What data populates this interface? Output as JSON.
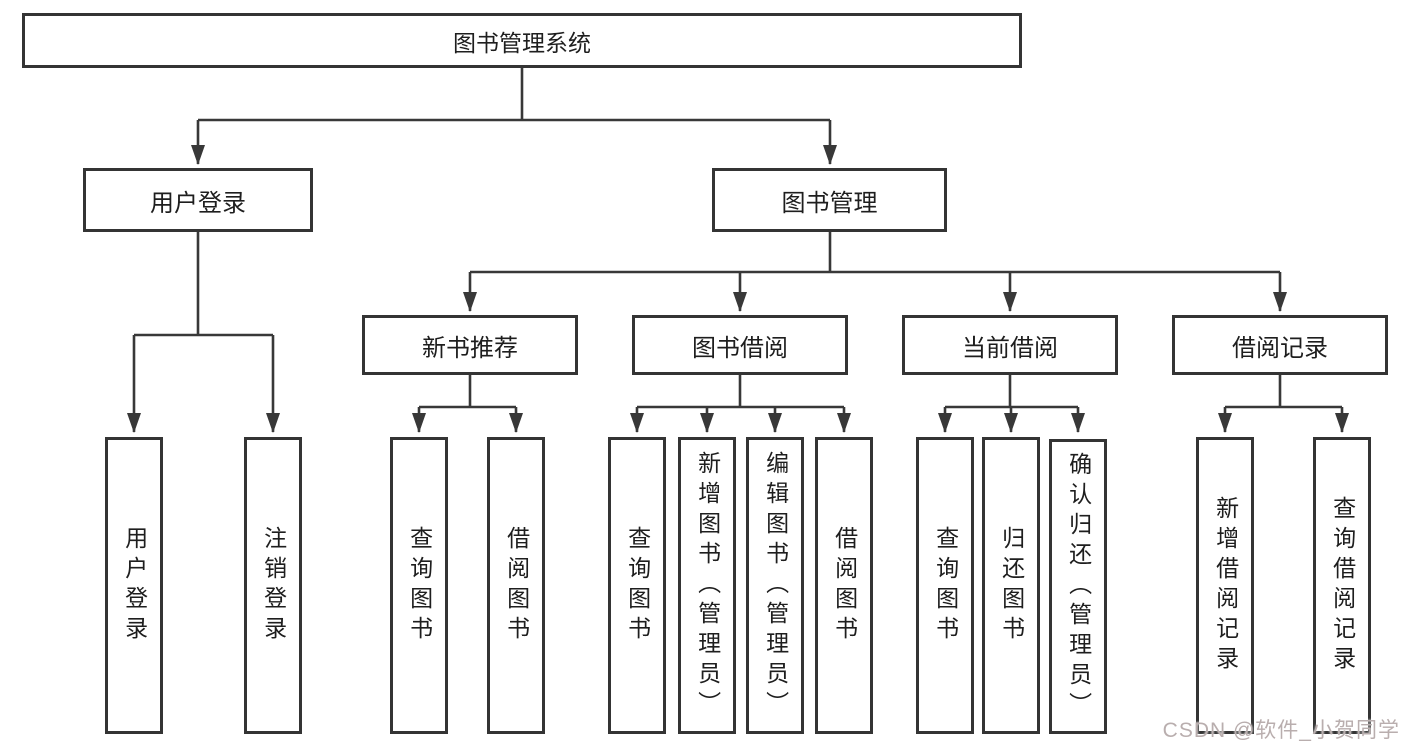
{
  "diagram": {
    "type": "tree",
    "title": "图书管理系统",
    "watermark": "CSDN @软件_小贺同学",
    "colors": {
      "line": "#383838",
      "box_border": "#343434",
      "box_fill": "#ffffff",
      "text": "#1e1e1e",
      "background": "#ffffff",
      "watermark": "#b9aeae"
    },
    "nodes": [
      {
        "id": "root",
        "label": "图书管理系统"
      },
      {
        "id": "user-login",
        "label": "用户登录"
      },
      {
        "id": "book-management",
        "label": "图书管理"
      },
      {
        "id": "new-book-recommendation",
        "label": "新书推荐"
      },
      {
        "id": "book-borrowing",
        "label": "图书借阅"
      },
      {
        "id": "current-borrowing",
        "label": "当前借阅"
      },
      {
        "id": "borrowing-records",
        "label": "借阅记录"
      },
      {
        "id": "leaf-user-login",
        "label": "用户登录"
      },
      {
        "id": "leaf-logout",
        "label": "注销登录"
      },
      {
        "id": "leaf-query-books-1",
        "label": "查询图书"
      },
      {
        "id": "leaf-borrow-books-1",
        "label": "借阅图书"
      },
      {
        "id": "leaf-query-books-2",
        "label": "查询图书"
      },
      {
        "id": "leaf-add-books-admin",
        "label": "新增图书（管理员）"
      },
      {
        "id": "leaf-edit-books-admin",
        "label": "编辑图书（管理员）"
      },
      {
        "id": "leaf-borrow-books-2",
        "label": "借阅图书"
      },
      {
        "id": "leaf-query-books-3",
        "label": "查询图书"
      },
      {
        "id": "leaf-return-books",
        "label": "归还图书"
      },
      {
        "id": "leaf-confirm-return-admin",
        "label": "确认归还（管理员）"
      },
      {
        "id": "leaf-add-borrow-record",
        "label": "新增借阅记录"
      },
      {
        "id": "leaf-query-borrow-record",
        "label": "查询借阅记录"
      }
    ],
    "edges": [
      {
        "from": "root",
        "to": "user-login"
      },
      {
        "from": "root",
        "to": "book-management"
      },
      {
        "from": "user-login",
        "to": "leaf-user-login"
      },
      {
        "from": "user-login",
        "to": "leaf-logout"
      },
      {
        "from": "book-management",
        "to": "new-book-recommendation"
      },
      {
        "from": "book-management",
        "to": "book-borrowing"
      },
      {
        "from": "book-management",
        "to": "current-borrowing"
      },
      {
        "from": "book-management",
        "to": "borrowing-records"
      },
      {
        "from": "new-book-recommendation",
        "to": "leaf-query-books-1"
      },
      {
        "from": "new-book-recommendation",
        "to": "leaf-borrow-books-1"
      },
      {
        "from": "book-borrowing",
        "to": "leaf-query-books-2"
      },
      {
        "from": "book-borrowing",
        "to": "leaf-add-books-admin"
      },
      {
        "from": "book-borrowing",
        "to": "leaf-edit-books-admin"
      },
      {
        "from": "book-borrowing",
        "to": "leaf-borrow-books-2"
      },
      {
        "from": "current-borrowing",
        "to": "leaf-query-books-3"
      },
      {
        "from": "current-borrowing",
        "to": "leaf-return-books"
      },
      {
        "from": "current-borrowing",
        "to": "leaf-confirm-return-admin"
      },
      {
        "from": "borrowing-records",
        "to": "leaf-add-borrow-record"
      },
      {
        "from": "borrowing-records",
        "to": "leaf-query-borrow-record"
      }
    ]
  }
}
